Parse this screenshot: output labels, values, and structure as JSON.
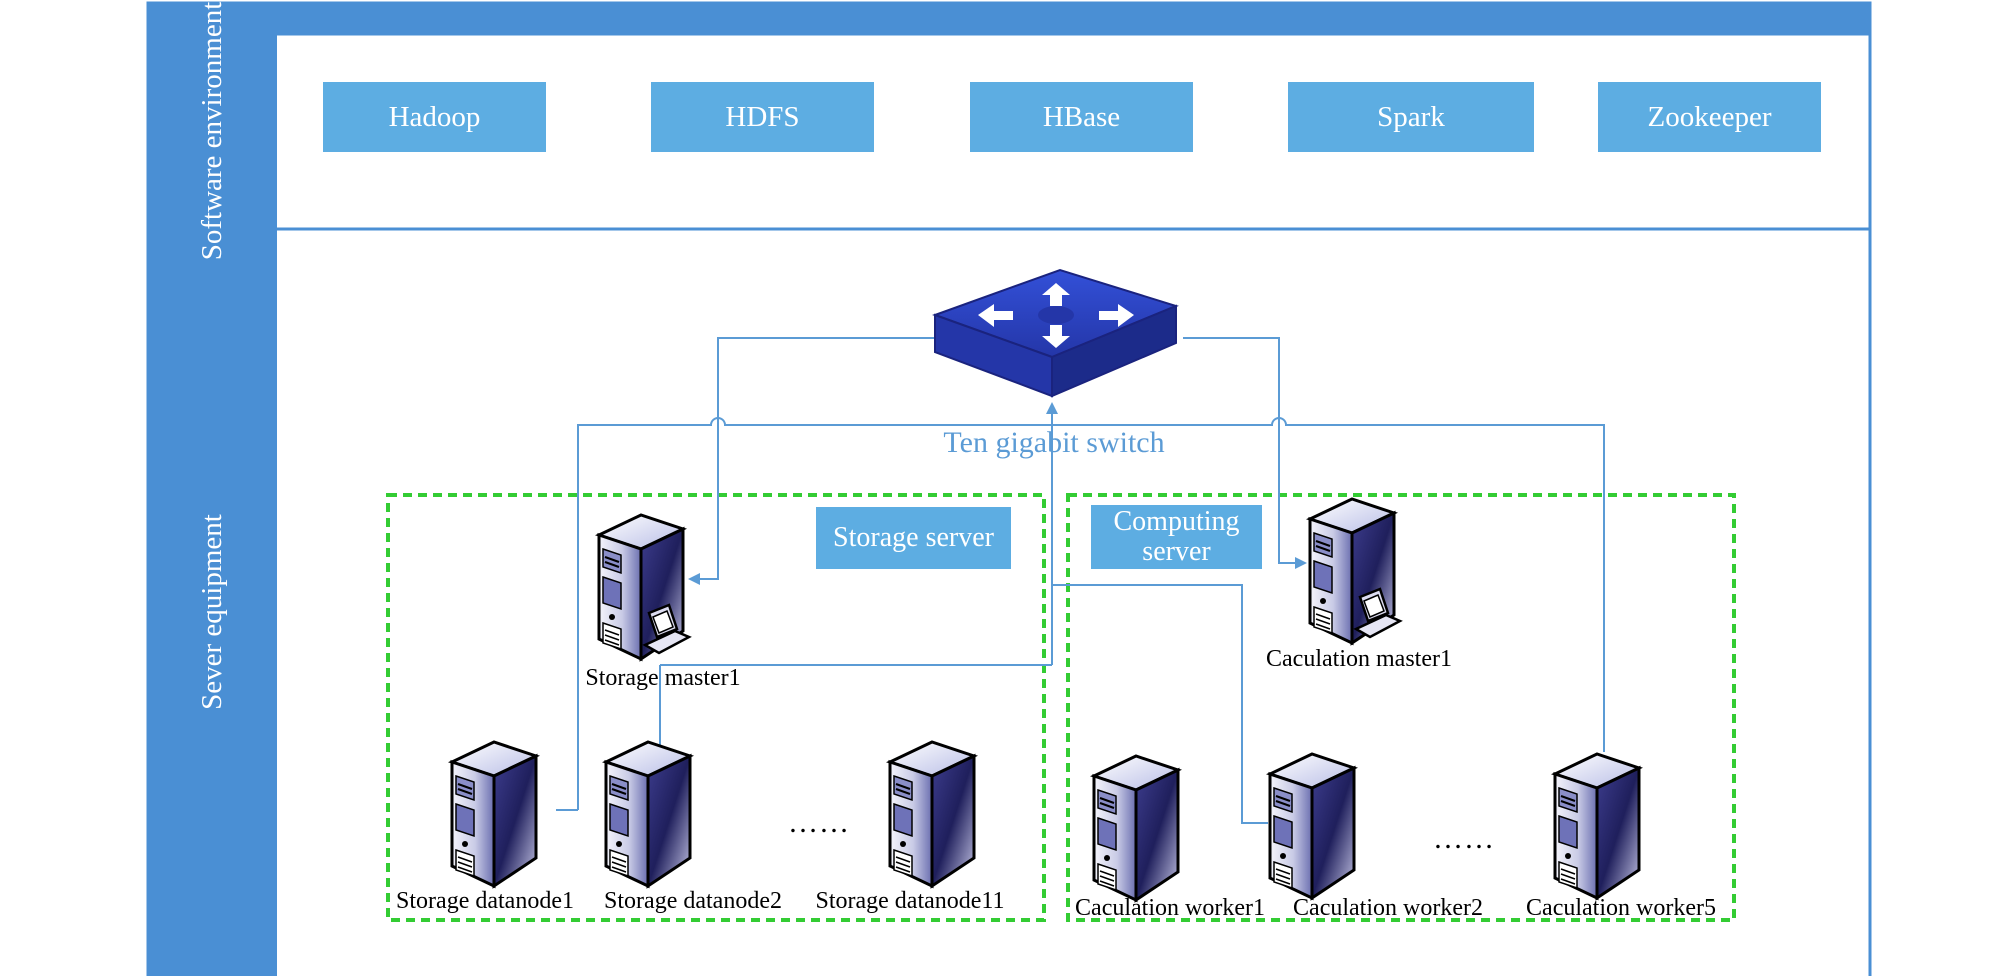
{
  "rows": {
    "software_label": "Software environment",
    "hardware_label": "Sever equipment"
  },
  "software": [
    "Hadoop",
    "HDFS",
    "HBase",
    "Spark",
    "Zookeeper"
  ],
  "switch_label": "Ten gigabit switch",
  "groups": {
    "storage": "Storage server",
    "computing": "Computing server"
  },
  "nodes": {
    "storage_master": "Storage master1",
    "calc_master": "Caculation master1",
    "datanode1": "Storage datanode1",
    "datanode2": "Storage datanode2",
    "datanode11": "Storage datanode11",
    "worker1": "Caculation worker1",
    "worker2": "Caculation worker2",
    "worker5": "Caculation worker5"
  },
  "ellipsis": "……",
  "colors": {
    "frame_blue": "#4A8FD4",
    "box_blue": "#5DADE2",
    "line_blue": "#5B9BD5",
    "dash_green": "#33CC33",
    "switch_blue": "#2B3FBF"
  },
  "icons": {
    "switch": "network-switch-icon",
    "server": "server-tower-icon",
    "workstation": "server-with-monitor-icon"
  }
}
